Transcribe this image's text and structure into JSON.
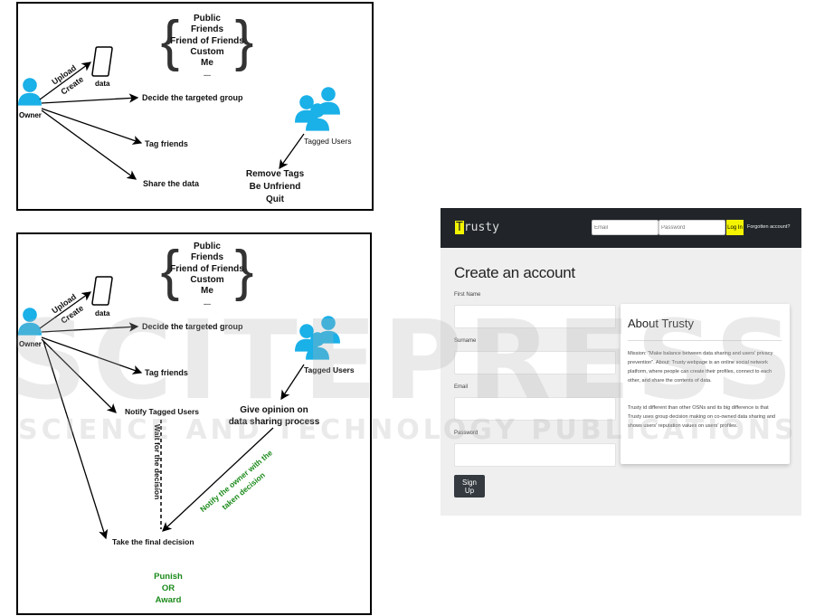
{
  "diagram_top": {
    "privacy_options": [
      "Public",
      "Friends",
      "Friend of Friends",
      "Custom",
      "Me",
      "...."
    ],
    "owner_label": "Owner",
    "upload_label": "Upload",
    "create_label": "Create",
    "data_label": "data",
    "decide_label": "Decide the targeted group",
    "tag_label": "Tag friends",
    "share_label": "Share the data",
    "tagged_users_label": "Tagged Users",
    "reactions": [
      "Remove Tags",
      "Be Unfriend",
      "Quit"
    ]
  },
  "diagram_bottom": {
    "privacy_options": [
      "Public",
      "Friends",
      "Friend of Friends",
      "Custom",
      "Me",
      "...."
    ],
    "owner_label": "Owner",
    "upload_label": "Upload",
    "create_label": "Create",
    "data_label": "data",
    "decide_label": "Decide the targeted group",
    "tag_label": "Tag friends",
    "notify_label": "Notify Tagged Users",
    "tagged_users_label": "Tagged Users",
    "opinion_lines": [
      "Give opinion on",
      "data sharing process"
    ],
    "wait_label": "Wait for the decision",
    "notify_owner_lines": [
      "Notify the owner with the",
      "taken decision"
    ],
    "final_label": "Take the final decision",
    "outcome_lines": [
      "Punish",
      "OR",
      "Award"
    ],
    "green": "#1a8a1a",
    "icon_color": "#1ab0e8"
  },
  "screenshot": {
    "logo_first": "T",
    "logo_rest": "rusty",
    "email_placeholder": "Email",
    "password_placeholder": "Password",
    "login_label": "Log In",
    "forgot_label": "Forgotten account?",
    "title": "Create an account",
    "fields": [
      "First Name",
      "Surname",
      "Email",
      "Password"
    ],
    "signup_label": "Sign Up",
    "about_title": "About Trusty",
    "about_p1": "Mission: \"Make balance between data sharing and users' privacy prevention\". About: Trusty webpage is an online social network platform, where people can create their profiles, connect to each other, and share the contents of data.",
    "about_p2": "Trusty id different than other OSNs and its big difference is that Trusty uses group decision making on co-owned data sharing and shows users' reputation values on users' profiles."
  },
  "watermark": {
    "line1": "SCITEPRESS",
    "line2": "SCIENCE AND TECHNOLOGY PUBLICATIONS"
  }
}
